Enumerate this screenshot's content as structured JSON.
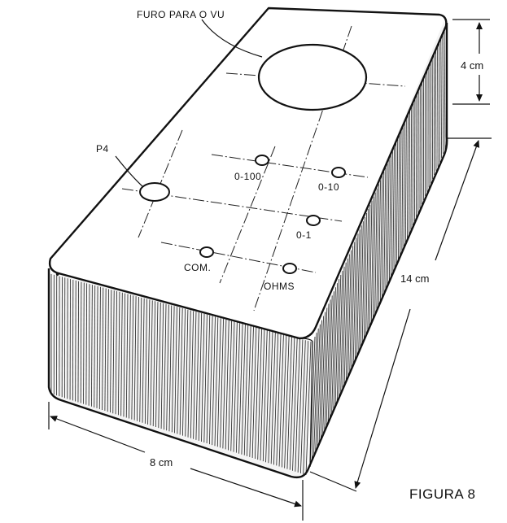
{
  "figure": {
    "caption": "FIGURA 8",
    "labels": {
      "vu_hole": "FURO PARA O VU",
      "p4": "P4",
      "sw_0_100": "0-100",
      "sw_0_10": "0-10",
      "sw_0_1": "0-1",
      "com": "COM.",
      "ohms": "OHMS"
    },
    "dimensions": {
      "height_top": "4 cm",
      "length": "14 cm",
      "width": "8 cm"
    }
  }
}
